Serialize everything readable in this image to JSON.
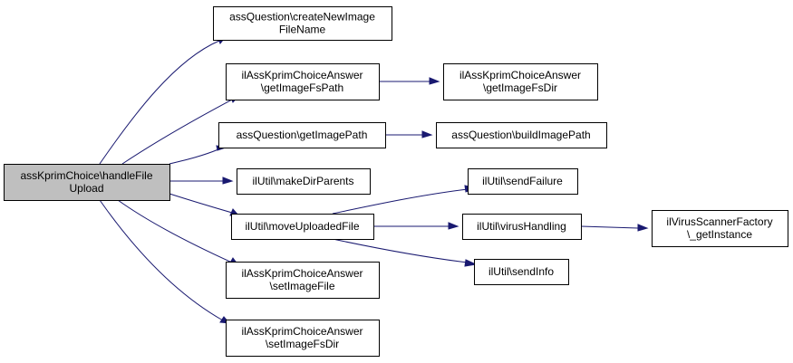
{
  "colors": {
    "edge": "#191970",
    "root_fill": "#bfbfbf",
    "node_fill": "#ffffff",
    "border": "#000000"
  },
  "nodes": {
    "root": [
      "assKprimChoice\\handleFile",
      "Upload"
    ],
    "create_new_image_file_name": [
      "assQuestion\\createNewImage",
      "FileName"
    ],
    "answer_get_image_fs_path": [
      "ilAssKprimChoiceAnswer",
      "\\getImageFsPath"
    ],
    "answer_get_image_fs_dir": [
      "ilAssKprimChoiceAnswer",
      "\\getImageFsDir"
    ],
    "get_image_path": [
      "assQuestion\\getImagePath"
    ],
    "build_image_path": [
      "assQuestion\\buildImagePath"
    ],
    "make_dir_parents": [
      "ilUtil\\makeDirParents"
    ],
    "move_uploaded_file": [
      "ilUtil\\moveUploadedFile"
    ],
    "send_failure": [
      "ilUtil\\sendFailure"
    ],
    "virus_handling": [
      "ilUtil\\virusHandling"
    ],
    "scanner_get_instance": [
      "ilVirusScannerFactory",
      "\\_getInstance"
    ],
    "send_info": [
      "ilUtil\\sendInfo"
    ],
    "answer_set_image_file": [
      "ilAssKprimChoiceAnswer",
      "\\setImageFile"
    ],
    "answer_set_image_fs_dir": [
      "ilAssKprimChoiceAnswer",
      "\\setImageFsDir"
    ]
  },
  "edges": [
    [
      "root",
      "create_new_image_file_name"
    ],
    [
      "root",
      "answer_get_image_fs_path"
    ],
    [
      "root",
      "get_image_path"
    ],
    [
      "root",
      "make_dir_parents"
    ],
    [
      "root",
      "move_uploaded_file"
    ],
    [
      "root",
      "answer_set_image_file"
    ],
    [
      "root",
      "answer_set_image_fs_dir"
    ],
    [
      "answer_get_image_fs_path",
      "answer_get_image_fs_dir"
    ],
    [
      "get_image_path",
      "build_image_path"
    ],
    [
      "move_uploaded_file",
      "send_failure"
    ],
    [
      "move_uploaded_file",
      "virus_handling"
    ],
    [
      "move_uploaded_file",
      "send_info"
    ],
    [
      "virus_handling",
      "scanner_get_instance"
    ]
  ]
}
